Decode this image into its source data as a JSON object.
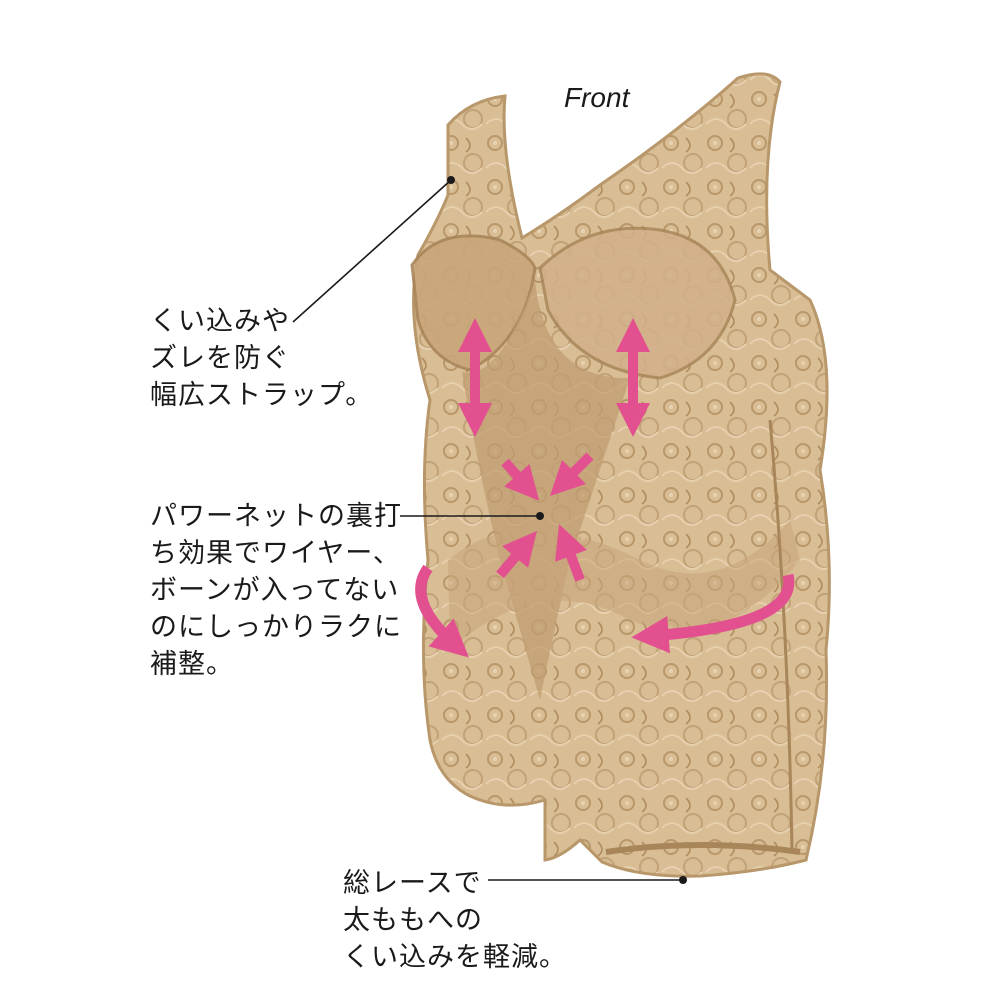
{
  "view_label": "Front",
  "callouts": {
    "strap": [
      "くい込みや",
      "ズレを防ぐ",
      "幅広ストラップ。"
    ],
    "powernet": [
      "パワーネットの裏打",
      "ち効果でワイヤー、",
      "ボーンが入ってない",
      "のにしっかりラクに",
      "補整。"
    ],
    "lace": [
      "総レースで",
      "太ももへの",
      "くい込みを軽減。"
    ]
  },
  "colors": {
    "background": "#ffffff",
    "lace": "#d2b58c",
    "lace_dark": "#b8976a",
    "lace_light": "#e3cba6",
    "arrow": "#e3508f",
    "text": "#1a1a1a"
  },
  "icons": {
    "arrows": "pink-shaping-arrows",
    "pointer": "callout-dot"
  }
}
